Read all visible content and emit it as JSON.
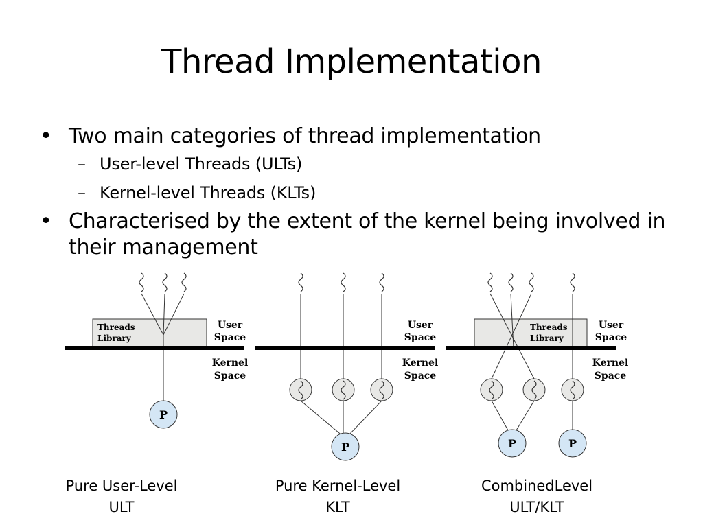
{
  "title": "Thread Implementation",
  "bullets": [
    {
      "text": "Two main categories of thread implementation",
      "sub": [
        "User-level Threads (ULTs)",
        "Kernel-level Threads (KLTs)"
      ]
    },
    {
      "text": "Characterised by the extent of the kernel being involved in their management",
      "sub": []
    }
  ],
  "bullet_glyph": "•",
  "dash_glyph": "–",
  "diagram": {
    "labels": {
      "threads_library_1": "Threads",
      "threads_library_2": "Library",
      "user_1": "User",
      "user_2": "Space",
      "kernel_1": "Kernel",
      "kernel_2": "Space",
      "process": "P"
    },
    "colors": {
      "library_fill": "#e8e8e6",
      "process_fill": "#d4e6f5",
      "kernel_thread_fill": "#e8e8e6"
    },
    "panels": [
      {
        "caption_1": "Pure User-Level",
        "caption_2": "ULT"
      },
      {
        "caption_1": "Pure Kernel-Level",
        "caption_2": "KLT"
      },
      {
        "caption_1": "CombinedLevel",
        "caption_2": "ULT/KLT"
      }
    ]
  }
}
